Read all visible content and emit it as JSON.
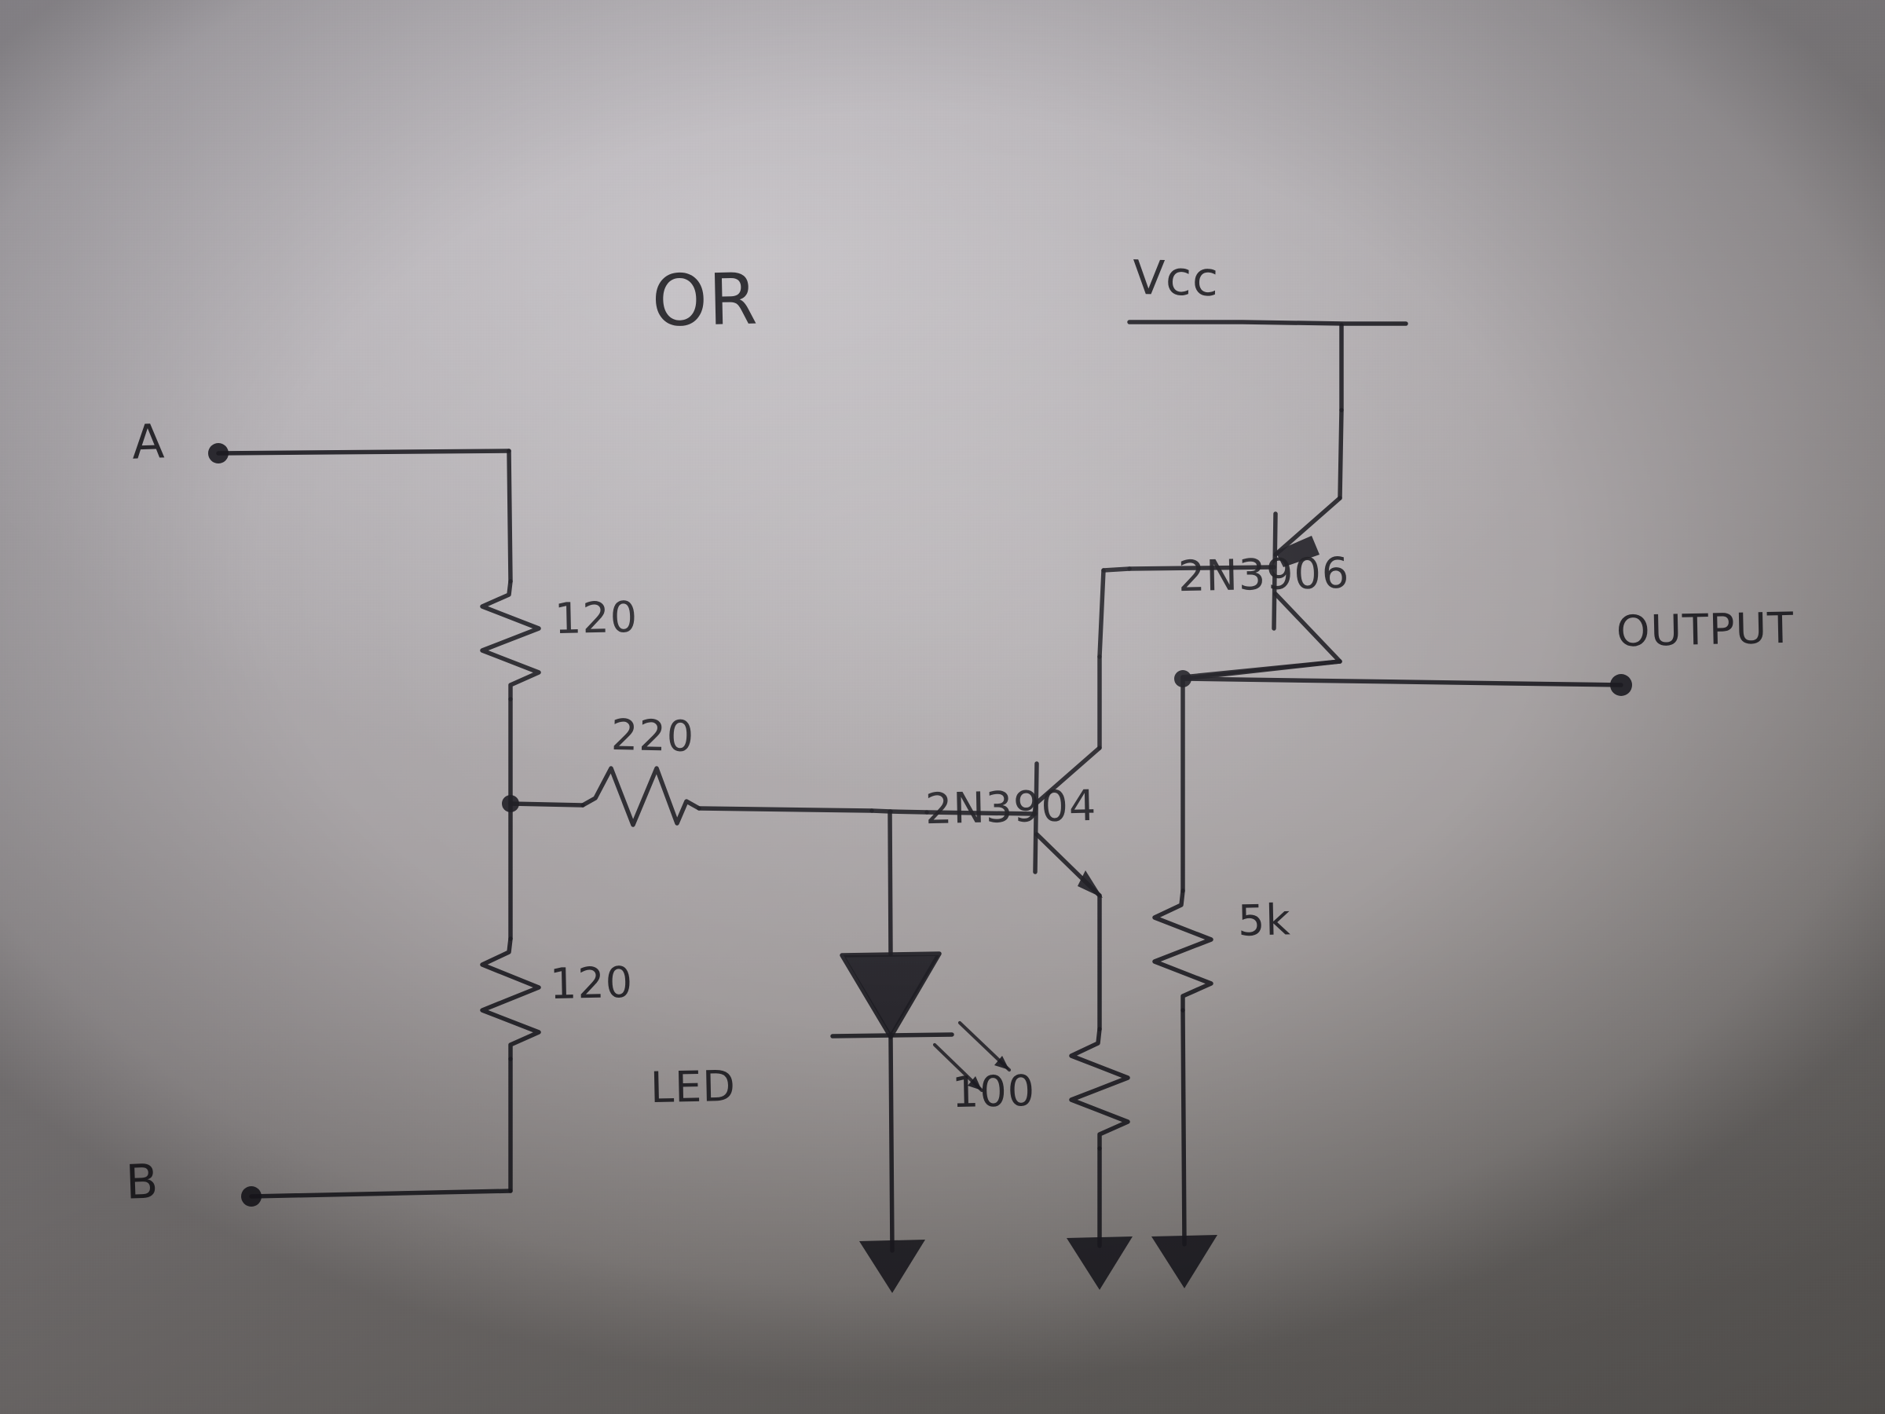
{
  "drawing": {
    "medium": "hand-drawn pen schematic on paper (photograph)",
    "title": "OR",
    "ink_color": "#1d1c22",
    "paper_color": "#aaa6a9"
  },
  "labels": {
    "title": "OR",
    "input_a": "A",
    "input_b": "B",
    "supply": "Vcc",
    "output": "OUTPUT",
    "led": "LED"
  },
  "components": {
    "r_a": {
      "name": "resistor-a",
      "value": "120",
      "orientation": "vertical"
    },
    "r_b": {
      "name": "resistor-b",
      "value": "120",
      "orientation": "vertical"
    },
    "r_base": {
      "name": "resistor-base",
      "value": "220",
      "orientation": "horizontal"
    },
    "r_emitter": {
      "name": "resistor-emitter",
      "value": "100",
      "orientation": "vertical"
    },
    "r_load": {
      "name": "resistor-load",
      "value": "5k",
      "orientation": "vertical"
    },
    "q_npn": {
      "name": "transistor-npn",
      "part": "2N3904",
      "type": "NPN"
    },
    "q_pnp": {
      "name": "transistor-pnp",
      "part": "2N3906",
      "type": "PNP"
    },
    "led": {
      "name": "led",
      "label": "LED"
    }
  },
  "terminals": [
    {
      "id": "a",
      "label": "A"
    },
    {
      "id": "b",
      "label": "B"
    },
    {
      "id": "output",
      "label": "OUTPUT"
    },
    {
      "id": "vcc",
      "label": "Vcc"
    }
  ],
  "grounds": [
    {
      "id": "gnd-led"
    },
    {
      "id": "gnd-emitter"
    },
    {
      "id": "gnd-load"
    }
  ]
}
